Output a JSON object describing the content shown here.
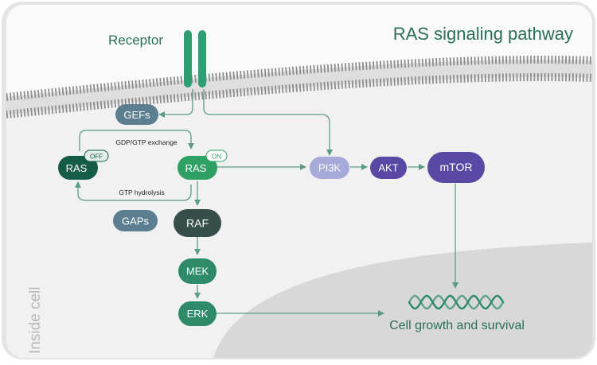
{
  "title": "RAS signaling pathway",
  "receptor_label": "Receptor",
  "compartment_label": "Inside cell",
  "outcome_label": "Cell growth and survival",
  "cycle": {
    "exchange_label": "GDP/GTP exchange",
    "hydrolysis_label": "GTP hydrolysis"
  },
  "nodes": {
    "gefs": "GEFs",
    "gaps": "GAPs",
    "ras_off": "RAS",
    "ras_off_tag": "OFF",
    "ras_on": "RAS",
    "ras_on_tag": "ON",
    "raf": "RAF",
    "mek": "MEK",
    "erk": "ERK",
    "pi3k": "PI3K",
    "akt": "AKT",
    "mtor": "mTOR"
  },
  "colors": {
    "frame": "#e4e4e4",
    "background": "#f1f1f1",
    "membrane": "#8d8d8d",
    "receptor": "#2e9e73",
    "arrow": "#5c9c85",
    "title": "#2a6f58",
    "gef_gap": "#5b7f90",
    "ras_off": "#145c47",
    "ras_on": "#2ea163",
    "raf": "#364f4a",
    "mek_erk": "#2e8b6a",
    "pi3k": "#a7a9d9",
    "akt_mtor": "#5949a4",
    "dna": "#2e8b6a"
  }
}
